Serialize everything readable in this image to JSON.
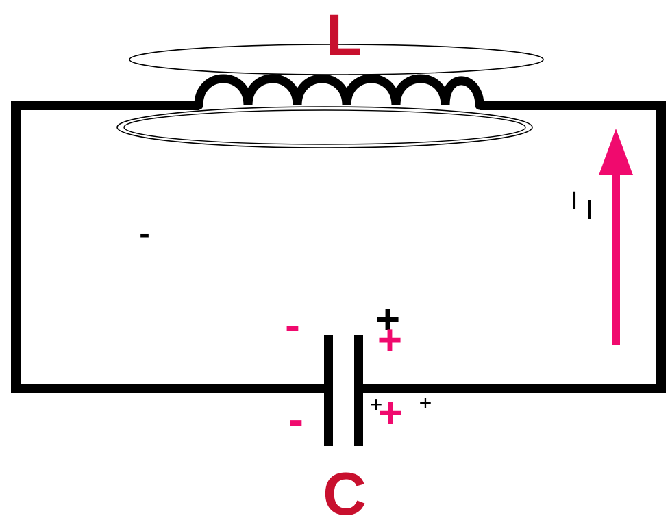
{
  "colors": {
    "wire": "#000000",
    "label_red": "#c8102e",
    "accent_pink": "#f00a6e",
    "background": "#ffffff"
  },
  "inductor": {
    "label": "L"
  },
  "capacitor": {
    "label": "C"
  },
  "current": {
    "label_main": "I",
    "label_sub": "l"
  },
  "charges": {
    "minus_black": "-",
    "plus_black_large": "+",
    "plus_pink_upper": "+",
    "minus_pink_upper": "-",
    "minus_pink_lower": "-",
    "plus_pink_lower": "+",
    "plus_black_small_left": "+",
    "plus_black_small_right": "+"
  }
}
